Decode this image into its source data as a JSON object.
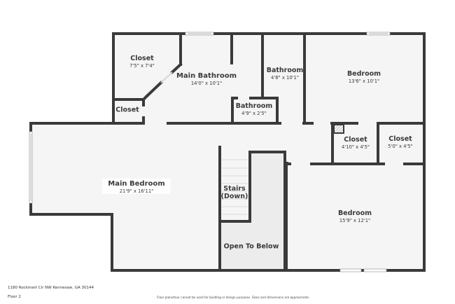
{
  "floorplan": {
    "rooms": [
      {
        "id": "closet-large",
        "name": "Closet",
        "dimensions": "7'5\" x 7'4\""
      },
      {
        "id": "main-bathroom",
        "name": "Main Bathroom",
        "dimensions": "14'0\" x 10'1\""
      },
      {
        "id": "bathroom-tall",
        "name": "Bathroom",
        "dimensions": "4'8\" x 10'1\""
      },
      {
        "id": "bedroom-top",
        "name": "Bedroom",
        "dimensions": "13'6\" x 10'1\""
      },
      {
        "id": "closet-small",
        "name": "Closet",
        "dimensions": ""
      },
      {
        "id": "bathroom-small",
        "name": "Bathroom",
        "dimensions": "4'9\" x 2'5\""
      },
      {
        "id": "closet-mid",
        "name": "Closet",
        "dimensions": "4'10\" x 4'5\""
      },
      {
        "id": "closet-right",
        "name": "Closet",
        "dimensions": "5'0\" x 4'5\""
      },
      {
        "id": "main-bedroom",
        "name": "Main Bedroom",
        "dimensions": "21'9\" x 16'11\""
      },
      {
        "id": "stairs",
        "name": "Stairs",
        "dimensions": "(Down)"
      },
      {
        "id": "open-to-below",
        "name": "Open To Below",
        "dimensions": ""
      },
      {
        "id": "bedroom-bottom",
        "name": "Bedroom",
        "dimensions": "15'9\" x 12'1\""
      }
    ],
    "colors": {
      "wall": "#3a3a3a",
      "floor": "#f5f5f5",
      "background": "#ffffff"
    }
  },
  "footer": {
    "address": "1180 Rockmart Cir NW Kennesaw, GA 30144",
    "floor": "Floor 2",
    "disclaimer": "Floor plans/tour cannot be used for building or design purposes. Sizes and dimensions are approximate."
  }
}
